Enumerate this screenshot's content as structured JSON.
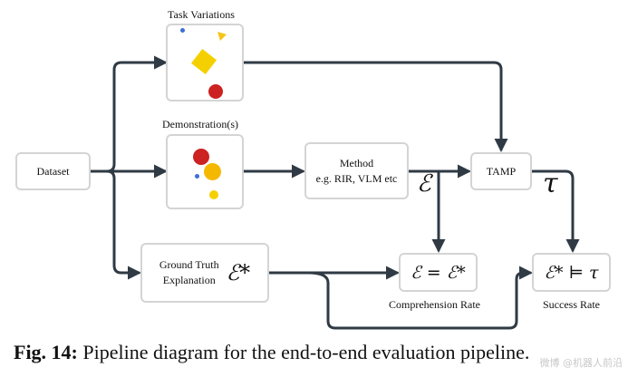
{
  "diagram": {
    "task_variations_label": "Task Variations",
    "demonstrations_label": "Demonstration(s)",
    "dataset_label": "Dataset",
    "method_line1": "Method",
    "method_line2": "e.g. RIR, VLM etc",
    "tamp_label": "TAMP",
    "ground_truth_line1": "Ground Truth",
    "ground_truth_line2": "Explanation",
    "ground_truth_symbol": "ℰ*",
    "explanation_symbol": "ℰ",
    "plan_symbol": "τ",
    "comprehension_box": "ℰ = ℰ*",
    "success_box": "ℰ* ⊨ τ",
    "comprehension_label": "Comprehension Rate",
    "success_label": "Success Rate"
  },
  "caption": {
    "prefix": "Fig. 14:",
    "text": "Pipeline diagram for the end-to-end evaluation pipeline."
  },
  "watermark": "微博 @机器人前沿",
  "colors": {
    "arrow": "#2f3a44",
    "box_border": "#d4d4d4",
    "red": "#cc2222",
    "yellow": "#f5c518",
    "blue": "#3b6fd8"
  }
}
